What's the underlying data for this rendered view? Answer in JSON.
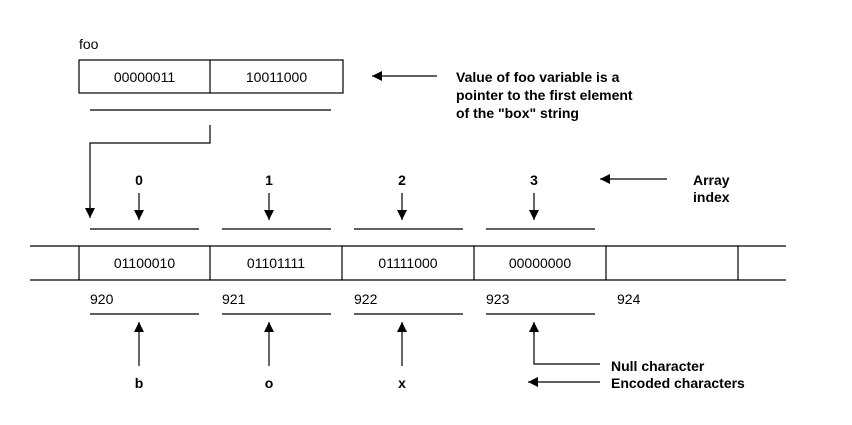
{
  "foo": {
    "label": "foo",
    "bytes": [
      "00000011",
      "10011000"
    ]
  },
  "pointer_note": [
    "Value of foo variable is a",
    "pointer to the first element",
    "of the \"box\" string"
  ],
  "array_index_label": [
    "Array",
    "index"
  ],
  "indices": [
    "0",
    "1",
    "2",
    "3"
  ],
  "memory": {
    "cells": [
      "01100010",
      "01101111",
      "01111000",
      "00000000",
      ""
    ],
    "addresses": [
      "920",
      "921",
      "922",
      "923",
      "924"
    ]
  },
  "characters": [
    "b",
    "o",
    "x"
  ],
  "legend": {
    "null": "Null character",
    "encoded": "Encoded characters"
  }
}
